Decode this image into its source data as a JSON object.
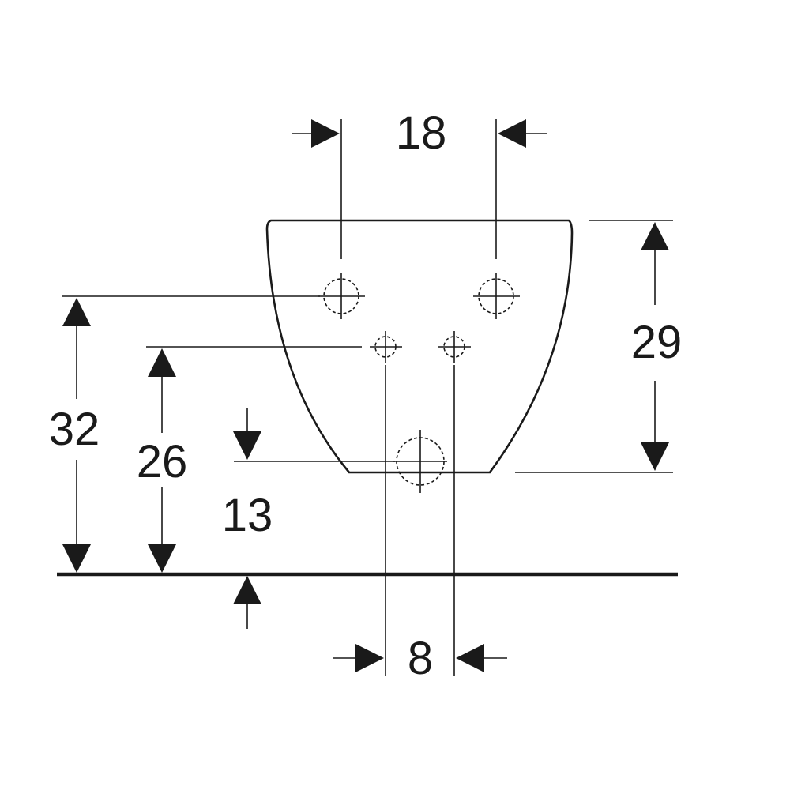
{
  "dimensions": {
    "top_width": "18",
    "right_height": "29",
    "left_outer_height": "32",
    "left_inner_height": "26",
    "inner_small_height": "13",
    "bottom_width": "8"
  },
  "colors": {
    "line": "#1a1a1a",
    "background": "#ffffff"
  }
}
